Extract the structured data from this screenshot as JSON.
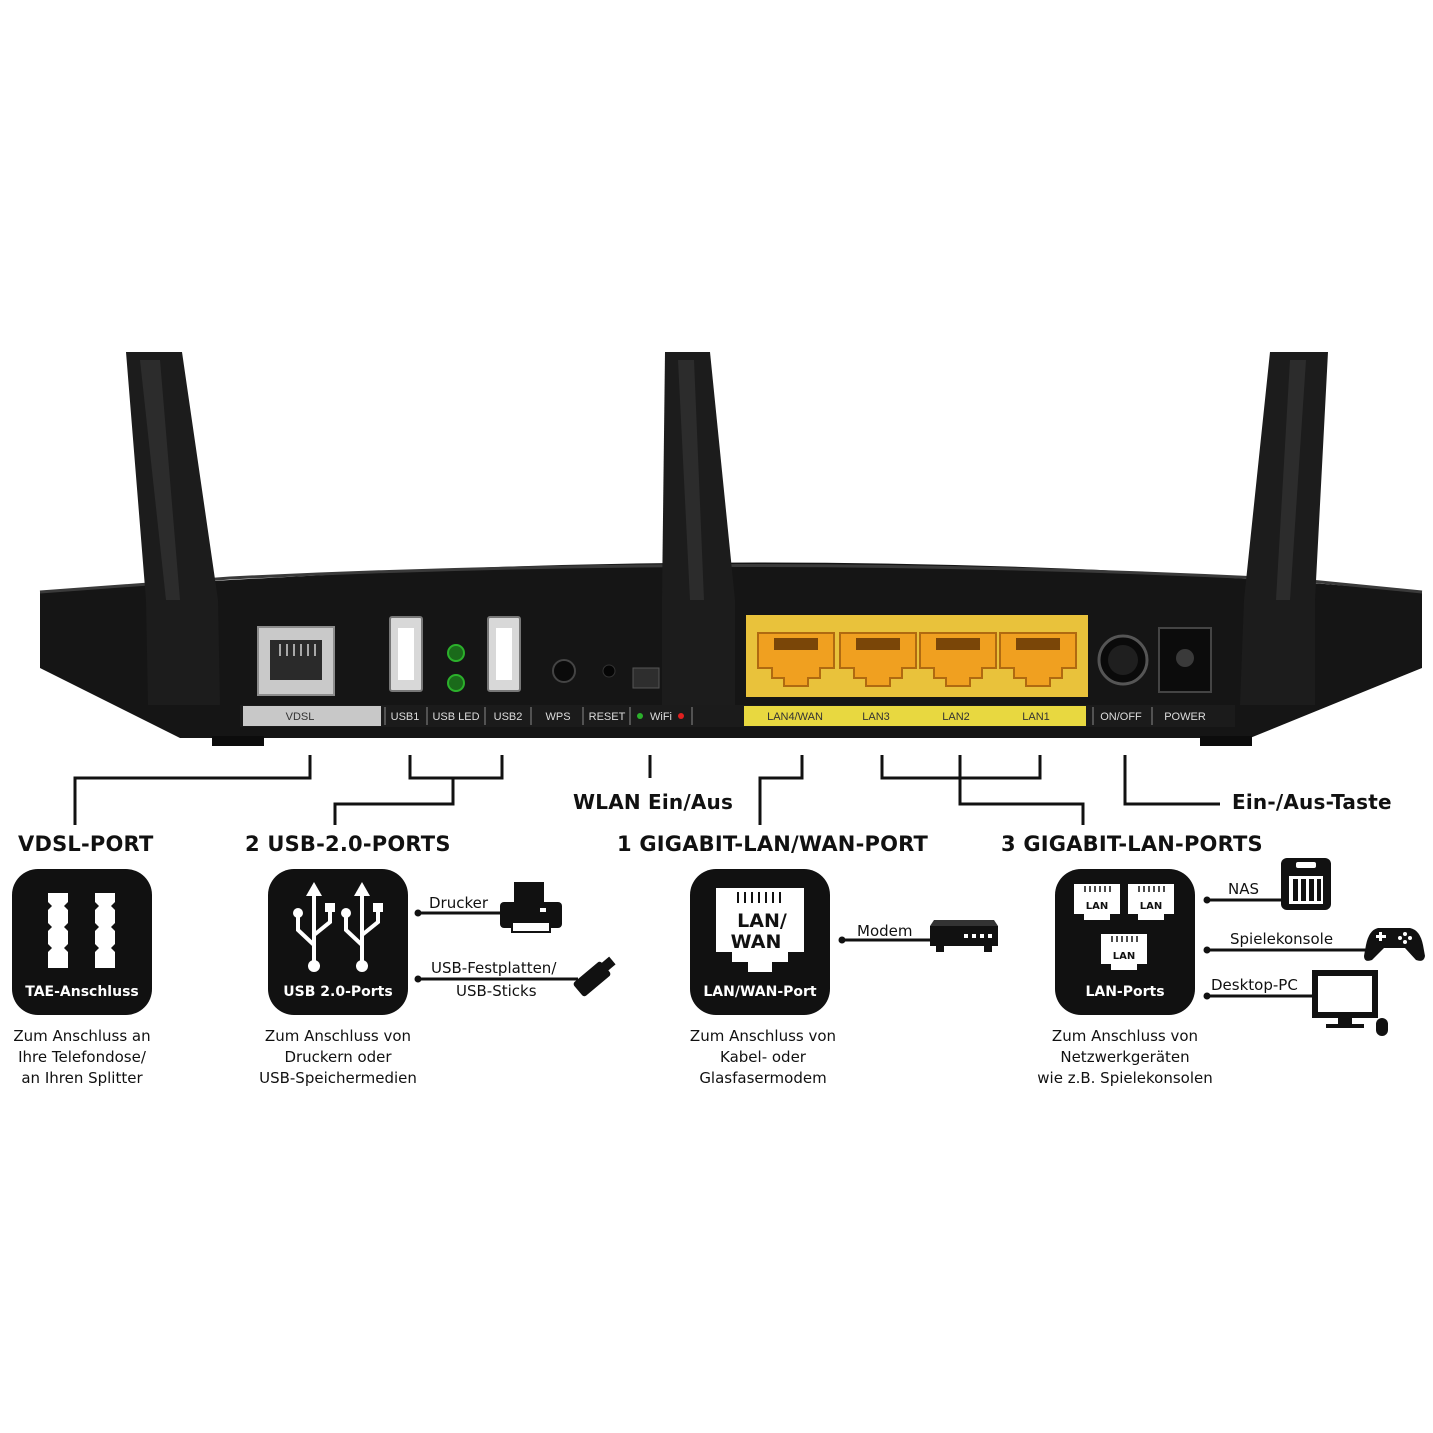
{
  "router": {
    "labels": {
      "vdsl": "VDSL",
      "usb1": "USB1",
      "usb_led": "USB LED",
      "usb2": "USB2",
      "wps": "WPS",
      "reset": "RESET",
      "wifi": "WiFi",
      "lan4wan": "LAN4/WAN",
      "lan3": "LAN3",
      "lan2": "LAN2",
      "lan1": "LAN1",
      "onoff": "ON/OFF",
      "power": "POWER"
    },
    "colors": {
      "body": "#151515",
      "lan_port": "#f0a020",
      "lan_label_strip": "#e8d840",
      "vdsl_strip": "#c8c8c8",
      "led_green": "#2bb02b",
      "led_red": "#e02020"
    }
  },
  "callouts": {
    "wlan": "WLAN Ein/Aus",
    "power_button": "Ein-/Aus-Taste"
  },
  "sections": {
    "vdsl": {
      "heading": "VDSL-PORT",
      "tile_label": "TAE-Anschluss",
      "icon": "tae-connector-icon",
      "desc": [
        "Zum Anschluss an",
        "Ihre Telefondose/",
        "an Ihren Splitter"
      ]
    },
    "usb": {
      "heading": "2 USB-2.0-PORTS",
      "tile_label": "USB 2.0-Ports",
      "icon": "usb-icon",
      "desc": [
        "Zum Anschluss von",
        "Druckern oder",
        "USB-Speichermedien"
      ],
      "devices": {
        "printer": "Drucker",
        "storage_line1": "USB-Festplatten/",
        "storage_line2": "USB-Sticks"
      }
    },
    "wan": {
      "heading": "1 GIGABIT-LAN/WAN-PORT",
      "tile_label": "LAN/WAN-Port",
      "icon_text_line1": "LAN/",
      "icon_text_line2": "WAN",
      "desc": [
        "Zum Anschluss von",
        "Kabel- oder",
        "Glasfasermodem"
      ],
      "devices": {
        "modem": "Modem"
      }
    },
    "lan": {
      "heading": "3 GIGABIT-LAN-PORTS",
      "tile_label": "LAN-Ports",
      "icon_port_label": "LAN",
      "desc": [
        "Zum Anschluss von",
        "Netzwerkgeräten",
        "wie z.B. Spielekonsolen"
      ],
      "devices": {
        "nas": "NAS",
        "console": "Spielekonsole",
        "pc": "Desktop-PC"
      }
    }
  }
}
